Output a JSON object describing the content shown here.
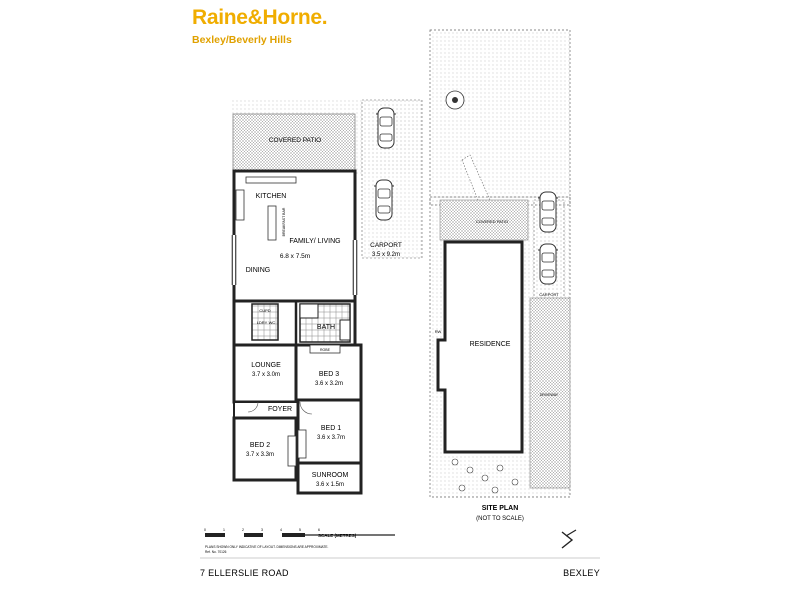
{
  "brand": {
    "name": "Raine&Horne.",
    "branch": "Bexley/Beverly Hills",
    "color": "#f0ad00"
  },
  "floor_plan": {
    "covered_patio": "COVERED PATIO",
    "kitchen": "KITCHEN",
    "breakfast_bar": "BREAKFAST BAR",
    "family_living": "FAMILY/ LIVING",
    "family_living_dims": "6.8 x 7.5m",
    "dining": "DINING",
    "carport": "CARPORT",
    "carport_dims": "3.5 x 9.2m",
    "cupd": "CUPD",
    "ldry": "LDRY",
    "wc": "WC",
    "bath": "BATH",
    "robe": "ROBE",
    "lounge": "LOUNGE",
    "lounge_dims": "3.7 x 3.0m",
    "bed3": "BED 3",
    "bed3_dims": "3.6 x 3.2m",
    "foyer": "FOYER",
    "bed1": "BED 1",
    "bed1_dims": "3.6 x 3.7m",
    "bed2": "BED 2",
    "bed2_dims": "3.7 x 3.3m",
    "sunroom": "SUNROOM",
    "sunroom_dims": "3.6 x 1.5m"
  },
  "scale": {
    "label": "SCALE (METRES)",
    "ticks": [
      "0",
      "1",
      "2",
      "3",
      "4",
      "5",
      "6"
    ],
    "disclaimer": "PLANS SHOWN ONLY INDICATIVE OF LAYOUT. DIMENSIONS ARE APPROXIMATE.",
    "ref": "Ref. No. 70126"
  },
  "site_plan": {
    "title": "SITE PLAN",
    "subtitle": "(NOT TO SCALE)",
    "residence": "RESIDENCE",
    "covered_patio": "COVERED PATIO",
    "carport": "CARPORT",
    "driveway": "DRIVEWAY",
    "rw": "RW"
  },
  "footer": {
    "address": "7 ELLERSLIE ROAD",
    "suburb": "BEXLEY"
  },
  "icons": [
    "north-arrow-icon",
    "car-icon",
    "tree-icon",
    "shrub-icon"
  ]
}
